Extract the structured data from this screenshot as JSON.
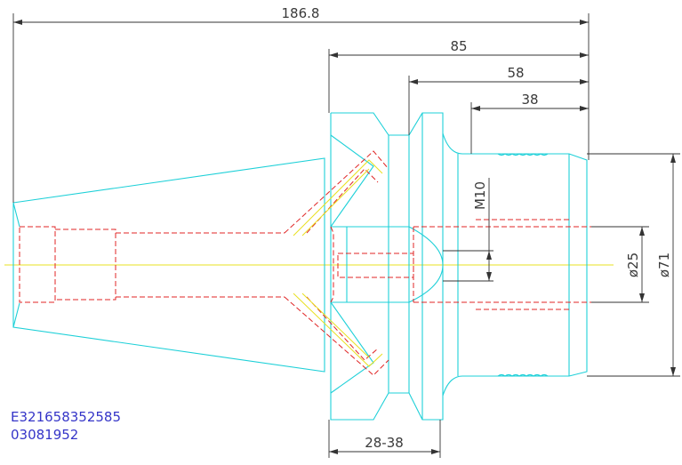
{
  "dimensions": {
    "overall_length": "186.8",
    "flange_to_end": "85",
    "groove_to_end": "58",
    "body_length": "38",
    "flange_width": "28-38",
    "thread": "M10",
    "bore_diameter": "ø25",
    "outer_diameter": "ø71"
  },
  "drawing_code": {
    "line1": "E321658352585",
    "line2": "03081952"
  },
  "colors": {
    "outline": "#1ed0d8",
    "hidden_lines": "#e02424",
    "centerline": "#e8e020",
    "dimensions": "#333333",
    "code_text": "#3535c8"
  }
}
